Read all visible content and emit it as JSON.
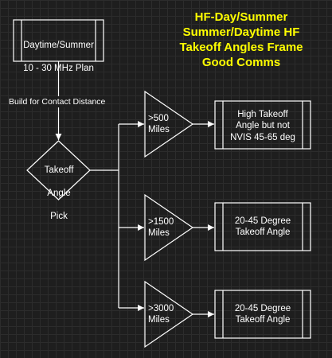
{
  "title_lines": [
    "HF-Day/Summer",
    "Summer/Daytime HF",
    "Takeoff Angles Frame",
    "Good Comms"
  ],
  "start_box": {
    "line1": "Daytime/Summer",
    "line2": "10 - 30 MHz Plan"
  },
  "edge_label": "Build for Contact Distance",
  "decision": {
    "line1": "Takeoff",
    "line2": "Angle",
    "line3": "Pick"
  },
  "branches": [
    {
      "condition": ">500\nMiles",
      "result": "High Takeoff\nAngle but not\nNVIS 45-65 deg"
    },
    {
      "condition": ">1500\nMiles",
      "result": "20-45 Degree\nTakeoff Angle"
    },
    {
      "condition": ">3000\nMiles",
      "result": "20-45 Degree\nTakeoff Angle"
    }
  ],
  "colors": {
    "background": "#1e1e1e",
    "stroke": "#ffffff",
    "title": "#ffff00"
  }
}
